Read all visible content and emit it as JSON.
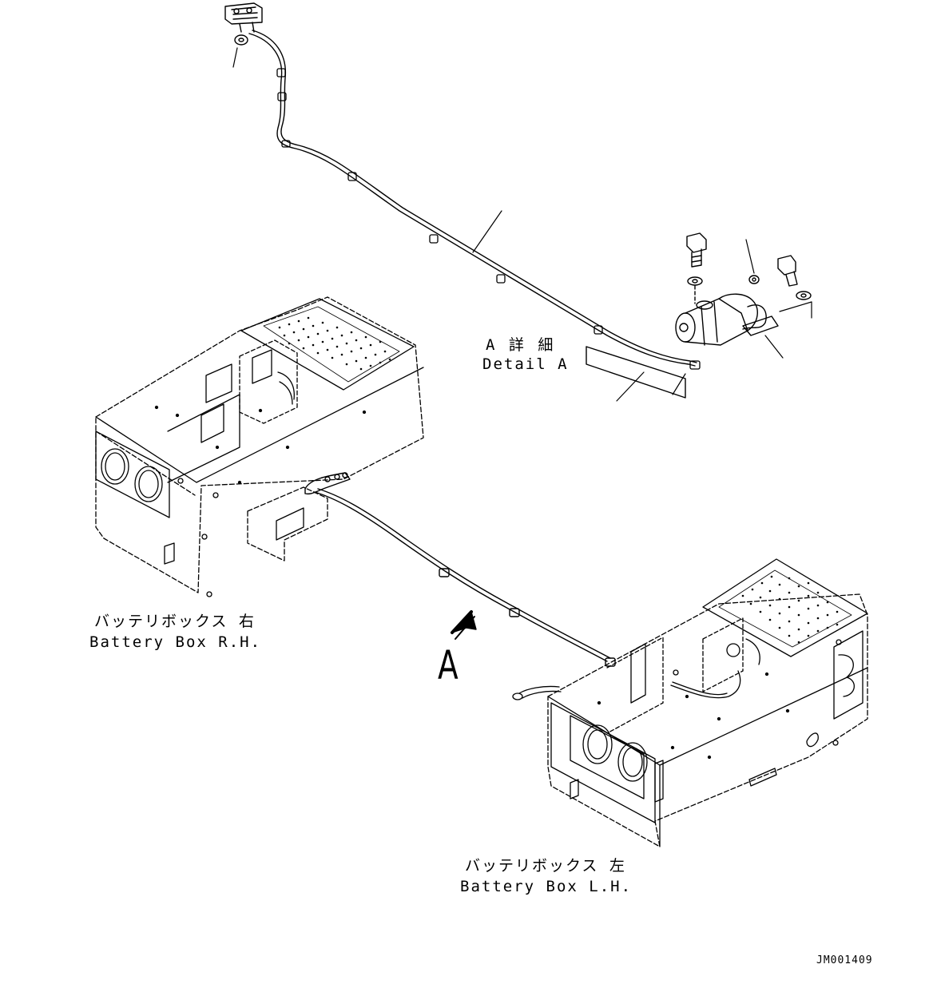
{
  "detail": {
    "jp": "A 詳 細",
    "en": "Detail A"
  },
  "battery_rh": {
    "jp": "バッテリボックス 右",
    "en": "Battery Box R.H."
  },
  "battery_lh": {
    "jp": "バッテリボックス 左",
    "en": "Battery Box L.H."
  },
  "view_letter": "A",
  "figure_code": "JM001409"
}
